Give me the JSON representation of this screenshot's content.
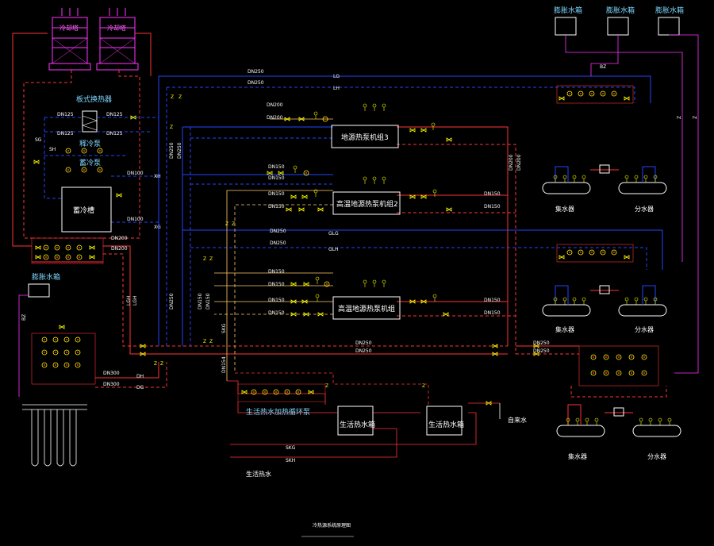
{
  "colors": {
    "background": "#000000",
    "cooling_return": "#ff3333",
    "cooling_supply": "#ff3333",
    "ground_loop": "#2244ff",
    "hot_water": "#ffcc66",
    "expansion": "#ff33ff",
    "equipment": "#ffffff",
    "valve": "#ffff00",
    "cooling_tower": "#ff33ff"
  },
  "equipment": {
    "cooling_tower_1": "冷却塔",
    "cooling_tower_2": "冷却塔",
    "plate_hx": "板式换热器",
    "storage_pump": "释冷泵",
    "storage_pump_2": "蓄冷泵",
    "storage_tank": "蓄冷槽",
    "heat_pump_3": "地源热泵机组3",
    "heat_pump_2": "高温地源热泵机组2",
    "heat_pump_1": "高温地源热泵机组",
    "expansion_tank_1": "膨胀水箱",
    "expansion_tank_2": "膨胀水箱",
    "expansion_tank_3": "膨胀水箱",
    "expansion_tank_left": "膨胀水箱",
    "collector_1": "集水器",
    "distributor_1": "分水器",
    "collector_2": "集水器",
    "distributor_2": "分水器",
    "collector_3": "集水器",
    "distributor_3": "分水器",
    "dhw_pump": "生活热水加热循环泵",
    "dhw_tank_1": "生活热水箱",
    "dhw_tank_2": "生活热水箱",
    "tap_water": "自来水",
    "dhw_supply": "生活热水",
    "drawing_title": "冷热源系统原理图"
  },
  "pipe_labels": {
    "dn250_a": "DN250",
    "dn250_b": "DN250",
    "lg": "LG",
    "lh": "LH",
    "dn200_a": "DN200",
    "dn200_b": "DN200",
    "dn200_c": "DN200",
    "dn200_d": "DN200",
    "dn125_a": "DN125",
    "dn125_b": "DN125",
    "dn125_c": "DN125",
    "dn125_d": "DN125",
    "dn100_a": "DN100",
    "dn100_b": "DN100",
    "sh": "SH",
    "xg": "XG",
    "xh": "XH",
    "sg": "SG",
    "dn150_a": "DN150",
    "dn150_b": "DN150",
    "dn150_c": "DN150",
    "dn150_d": "DN150",
    "dn150_e": "DN150",
    "dn150_f": "DN150",
    "dn150_g": "DN150",
    "dn150_h": "DN150",
    "dn150_i": "DN150",
    "dn150_j": "DN150",
    "dn150_k": "DN150",
    "dn150_l": "DN150",
    "glg": "GLG",
    "glh": "GLH",
    "dn250_c": "DN250",
    "dn250_d": "DN250",
    "dn250_e": "DN250",
    "dn250_f": "DN250",
    "dn300_a": "DN300",
    "dn300_b": "DN300",
    "dh": "DH",
    "dg": "DG",
    "skg": "SKG",
    "skh": "SKH",
    "bz_1": "BZ",
    "bz_2": "BZ",
    "z_1": "Z",
    "z_2": "Z",
    "lg_v": "LGH",
    "lh_v": "LGH",
    "dn200_v": "DN200",
    "dn200_v2": "DN200",
    "dn250_v": "DN250",
    "dn250_v2": "DN250",
    "dn250_v3": "DN250",
    "dn150_v": "DN150",
    "dn150_v2": "DN150",
    "dn154": "DN154",
    "z_label": "Z"
  }
}
